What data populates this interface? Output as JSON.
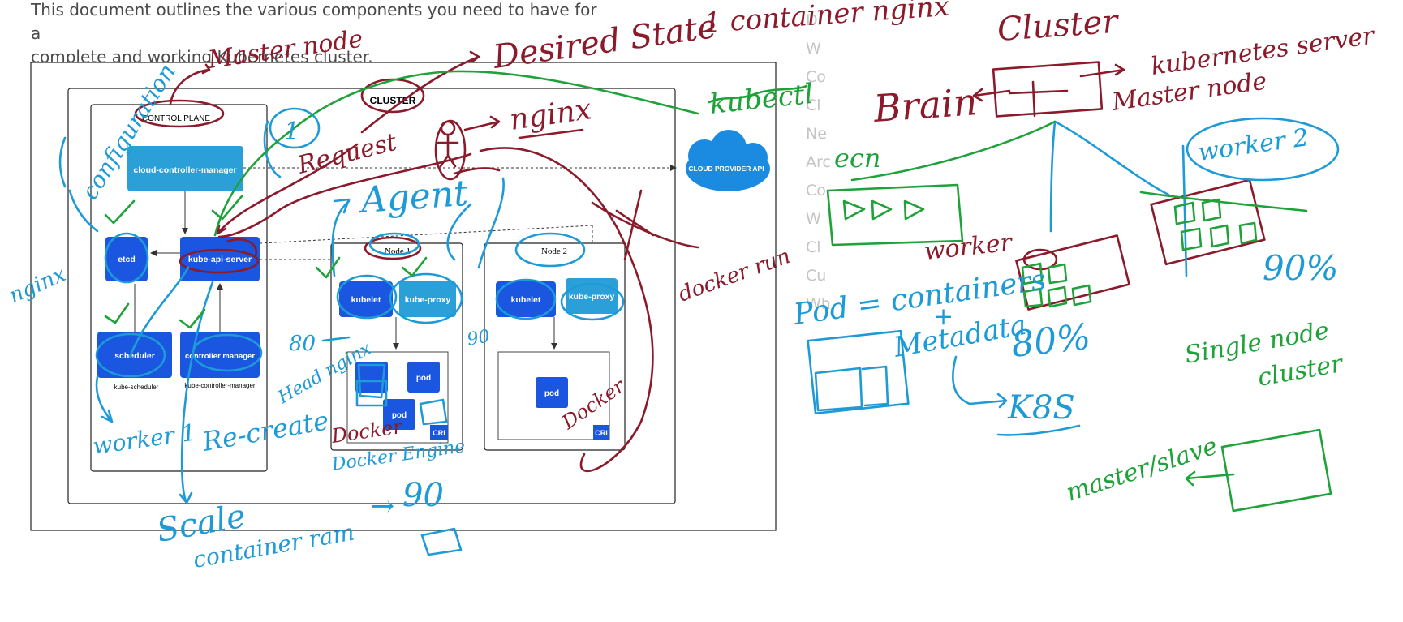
{
  "intro": {
    "line1": "This document outlines the various components you need to have for a",
    "line2": "complete and working Kubernetes cluster."
  },
  "toc_fragments": [
    "Di",
    "W",
    "Co",
    "Cl",
    "Ne",
    "Arc",
    "Co",
    "W",
    "Cl",
    "Cu",
    "Wh"
  ],
  "diagram": {
    "cluster": "CLUSTER",
    "control_plane": "CONTROL PLANE",
    "ccm": "cloud-controller-manager",
    "cloud_api": "CLOUD PROVIDER API",
    "etcd": "etcd",
    "api_server": "kube-api-server",
    "scheduler": "scheduler",
    "scheduler_caption": "kube-scheduler",
    "controller_manager": "controller manager",
    "controller_manager_caption": "kube-controller-manager",
    "node1": "Node 1",
    "node2": "Node 2",
    "kubelet": "kubelet",
    "kube_proxy": "kube-proxy",
    "pod": "pod",
    "cri": "CRI"
  },
  "annotations": {
    "master_node": "Master node",
    "desired_state": "Desired State",
    "one_container_nginx": "1 container nginx",
    "configuration": "configuration",
    "request": "Request",
    "nginx_right": "nginx",
    "kubectl": "kubectl",
    "one": "1",
    "agent": "Agent",
    "nginx_left": "nginx",
    "docker_run": "docker run",
    "eighty": "80",
    "ninety_small": "90",
    "head_nginx": "Head nginx",
    "docker_engine": "Docker Engine",
    "docker": "Docker",
    "worker1": "worker 1",
    "recreate": "Re-create",
    "scale": "Scale",
    "container_ram": "container ram",
    "ninety_ram": "90",
    "cluster_title": "Cluster",
    "kubernetes_server": "kubernetes server",
    "master_node_right": "Master node",
    "brain": "Brain",
    "worker2": "worker 2",
    "ecn": "ecn",
    "worker": "worker",
    "ninety_pct": "90%",
    "pod_eq": "Pod = containers",
    "plus": "+",
    "metadata": "Metadata",
    "eighty_pct": "80%",
    "k8s": "K8S",
    "single_node": "Single node",
    "cluster_word": "cluster",
    "master_slave": "master/slave"
  },
  "colors": {
    "ink_red": "#8b1a2b",
    "ink_blue": "#1e9bd7",
    "ink_green": "#1fa23a",
    "box_blue": "#1a56e0",
    "light_blue": "#2a9fd8",
    "cloud_blue": "#1a8be0"
  }
}
